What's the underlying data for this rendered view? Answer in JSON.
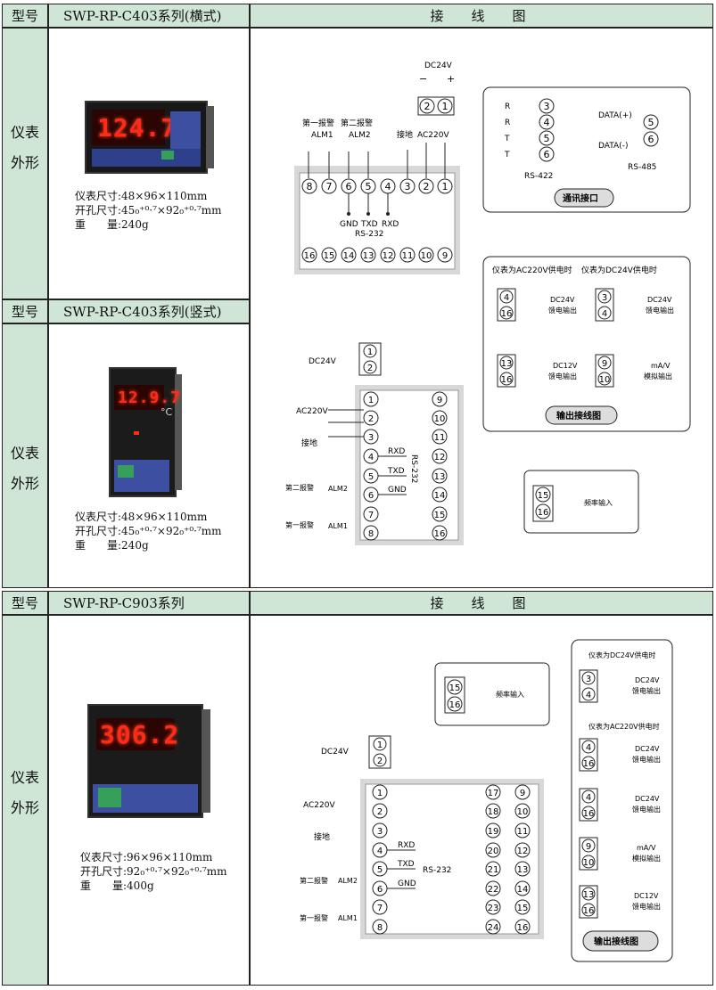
{
  "sections": [
    {
      "type_label": "型号",
      "model": "SWP-RP-C403系列(横式)",
      "wiring_title": "接　线　图",
      "side_label": [
        "仪表",
        "外形"
      ],
      "specs": [
        "仪表尺寸:48×96×110mm",
        "开孔尺寸:45₀⁺⁰·⁷×92₀⁺⁰·⁷mm",
        "重　　量:240g"
      ],
      "display": "124.7"
    },
    {
      "type_label": "型号",
      "model": "SWP-RP-C403系列(竖式)",
      "side_label": [
        "仪表",
        "外形"
      ],
      "specs": [
        "仪表尺寸:48×96×110mm",
        "开孔尺寸:45₀⁺⁰·⁷×92₀⁺⁰·⁷mm",
        "重　　量:240g"
      ],
      "display": "12.9.7",
      "unit": "°C"
    },
    {
      "type_label": "型号",
      "model": "SWP-RP-C903系列",
      "wiring_title": "接　线　图",
      "side_label": [
        "仪表",
        "外形"
      ],
      "specs": [
        "仪表尺寸:96×96×110mm",
        "开孔尺寸:92₀⁺⁰·⁷×92₀⁺⁰·⁷mm",
        "重　　量:400g"
      ],
      "display": "306.2"
    }
  ],
  "labels": {
    "dc24v": "DC24V",
    "ac220v": "AC220V",
    "ground": "接地",
    "alarm1": "第一报警",
    "alarm2": "第二报警",
    "alm1": "ALM1",
    "alm2": "ALM2",
    "gnd": "GND",
    "txd": "TXD",
    "rxd": "RXD",
    "rs232": "RS-232",
    "rs422": "RS-422",
    "rs485": "RS-485",
    "data_plus": "DATA(+)",
    "data_minus": "DATA(-)",
    "comm_interface": "通讯接口",
    "output_wiring": "输出接线图",
    "freq_input": "频率输入",
    "power_ac220": "仪表为AC220V供电时",
    "power_dc24": "仪表为DC24V供电时",
    "dc24v_feed": "DC24V",
    "feed_out": "馈电输出",
    "dc12v": "DC12V",
    "ma_v": "mA/V",
    "analog_out": "模拟输出",
    "r": "R",
    "t": "T"
  }
}
